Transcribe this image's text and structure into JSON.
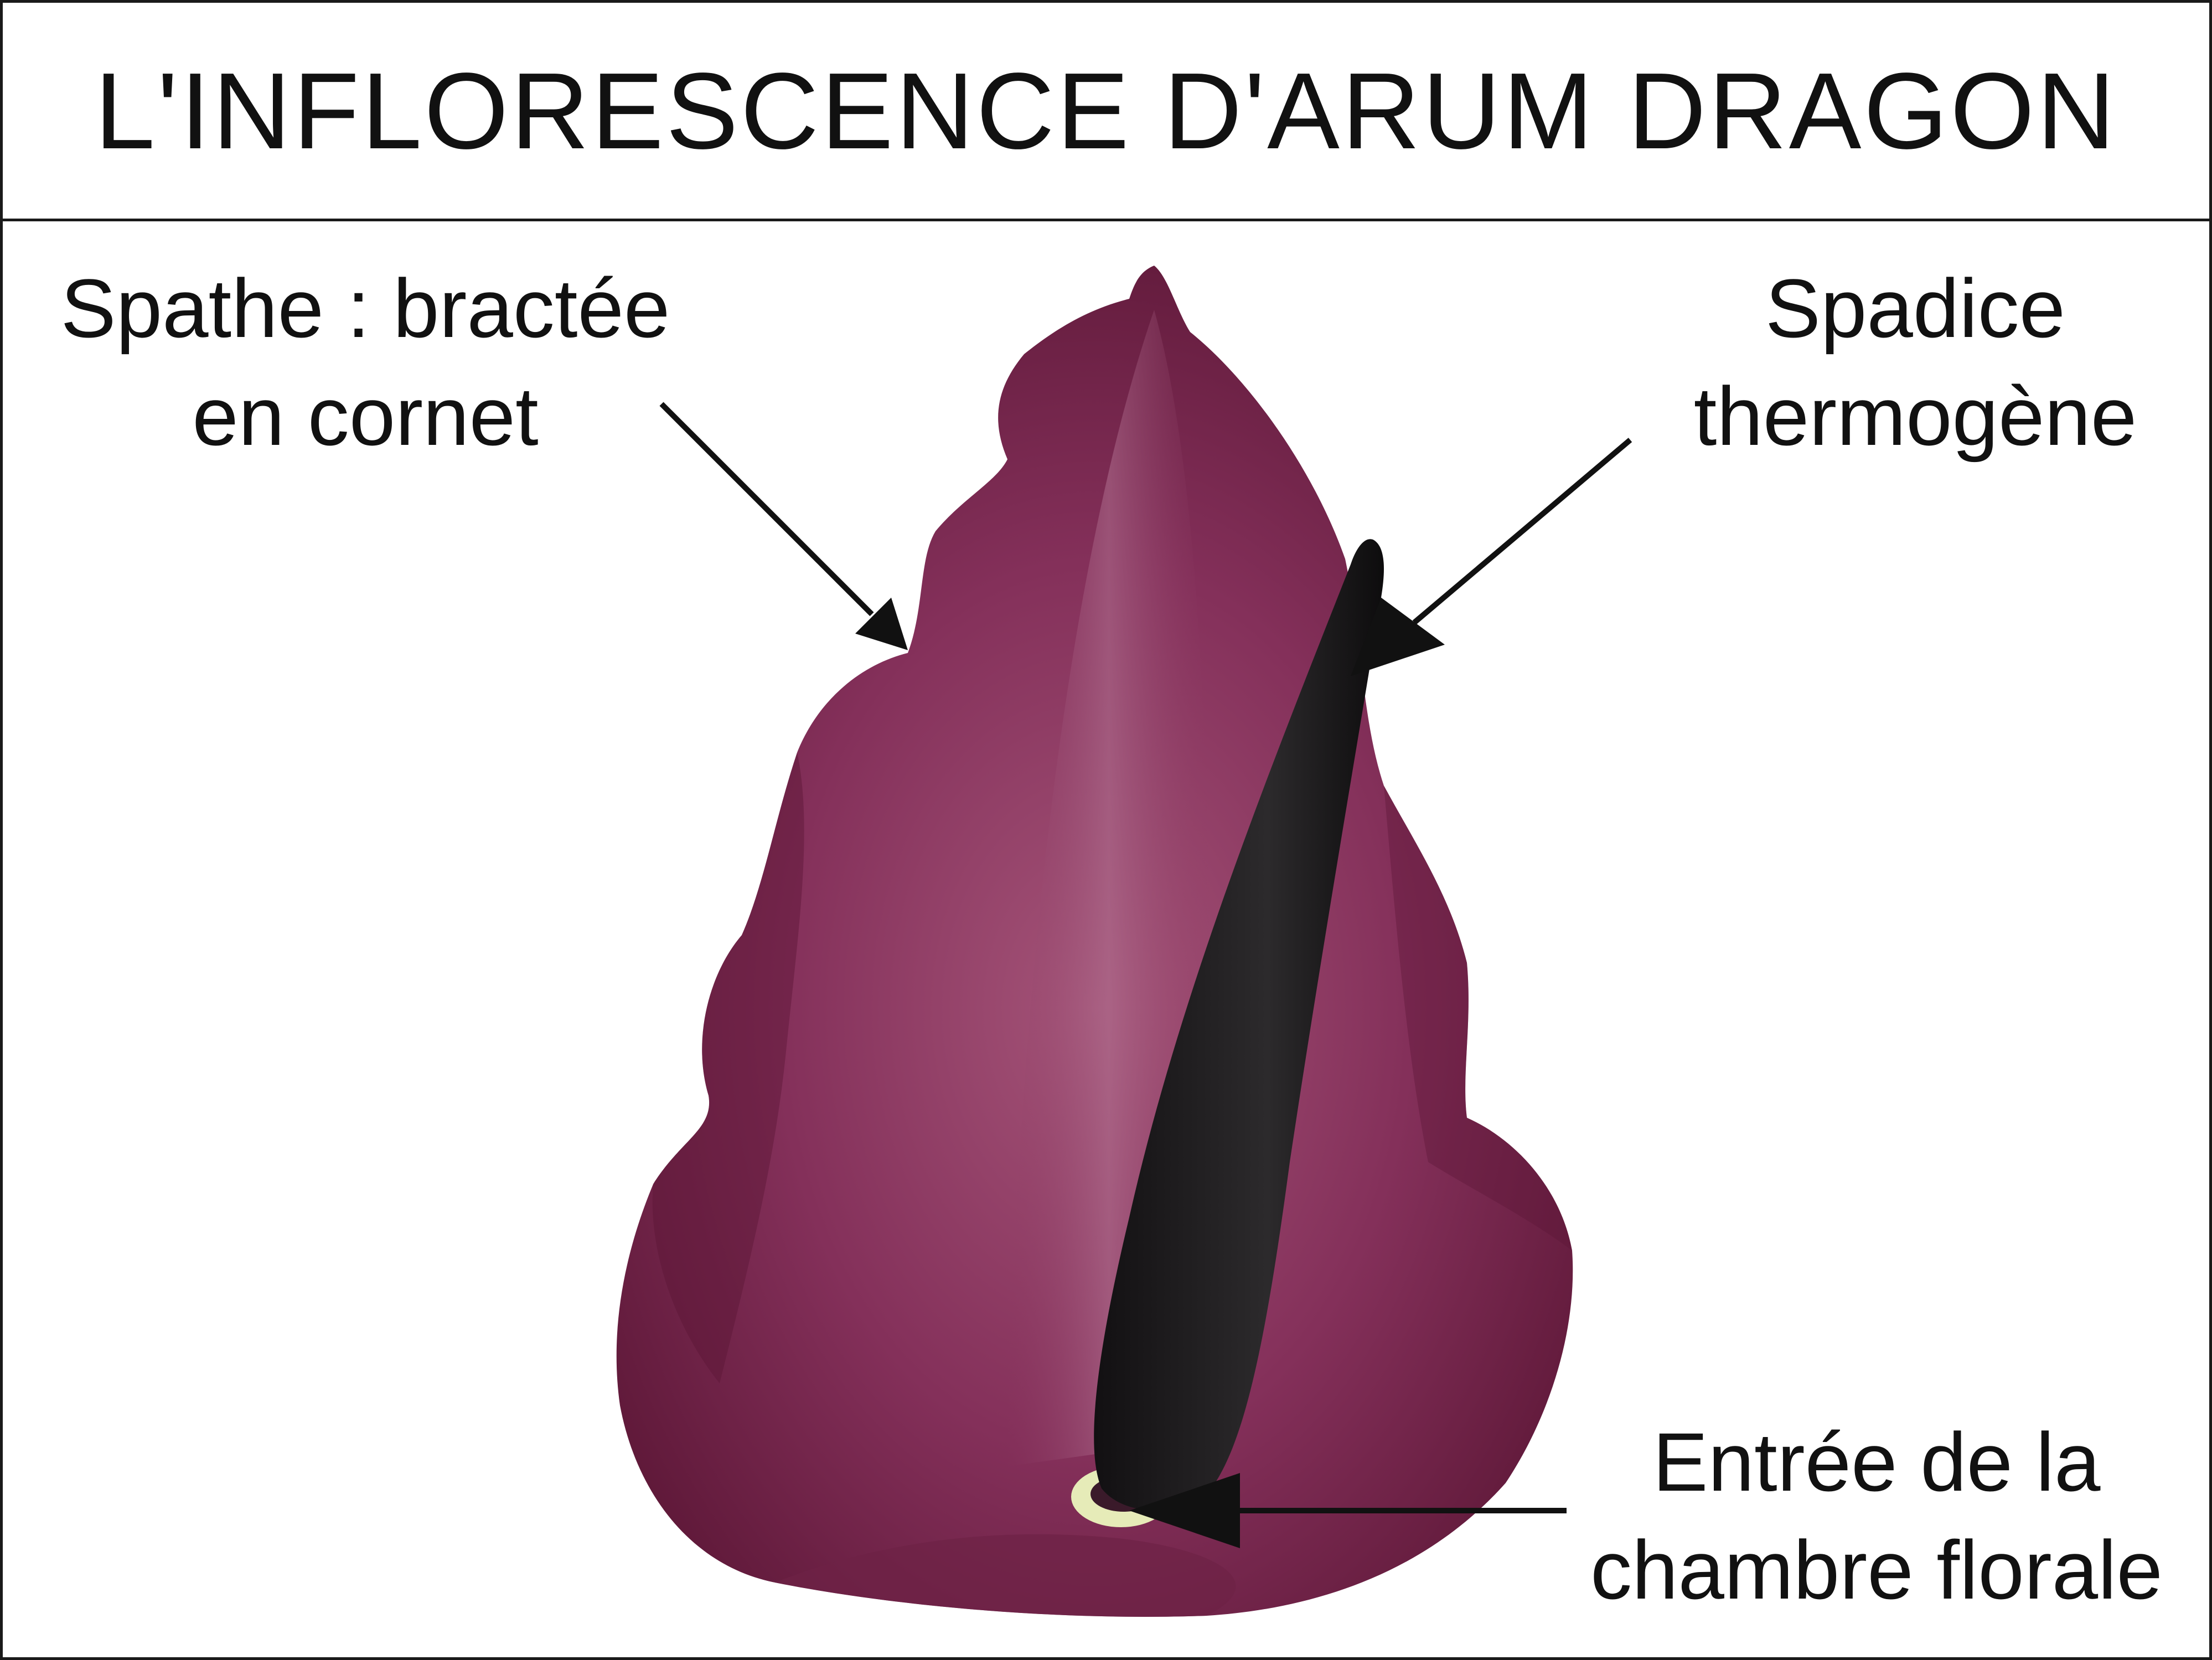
{
  "title": "L'INFLORESCENCE D'ARUM DRAGON",
  "labels": {
    "spathe": {
      "line1": "Spathe : bractée",
      "line2": "en cornet"
    },
    "spadix": {
      "line1": "Spadice",
      "line2": "thermogène"
    },
    "entry": {
      "line1": "Entrée de la",
      "line2": "chambre florale"
    }
  },
  "colors": {
    "spathe_base": "#7a2448",
    "spathe_light": "#9a4a6e",
    "spadix": "#1f1a1f",
    "chamber_ring": "#e6ebb8",
    "text": "#111111",
    "frame": "#1a1a1a"
  }
}
